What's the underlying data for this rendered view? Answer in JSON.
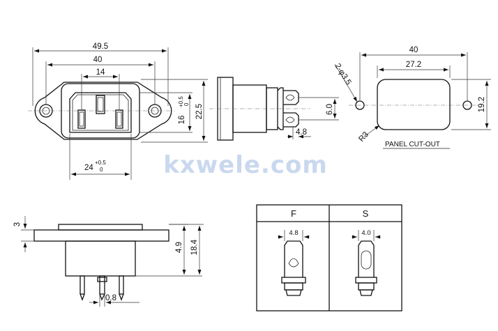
{
  "watermark": "kxwele.com",
  "front_view": {
    "dim_overall_width": "49.5",
    "dim_hole_pitch": "40",
    "dim_pin_span": "14",
    "dim_height": "22.5",
    "dim_body_height": "16",
    "dim_body_height_tol_upper": "+0.5",
    "dim_body_height_tol_lower": "0",
    "dim_body_width": "24",
    "dim_body_width_tol_upper": "+0.5",
    "dim_body_width_tol_lower": "0"
  },
  "side_view": {
    "dim_terminal_spacing": "6.0",
    "dim_terminal_width": "4.8"
  },
  "panel_cutout": {
    "label": "PANEL CUT-OUT",
    "dim_hole_pitch": "40",
    "dim_cutout_width": "27.2",
    "dim_cutout_height": "19.2",
    "dim_holes": "2-φ3.5",
    "dim_radius": "R3"
  },
  "bottom_view": {
    "dim_flange": "3",
    "dim_body_depth": "4.9",
    "dim_total_depth": "18.4",
    "dim_pin_thickness": "0.8"
  },
  "terminal_table": {
    "col_f_header": "F",
    "col_s_header": "S",
    "dim_f_width": "4.8",
    "dim_s_width": "4.0"
  },
  "colors": {
    "line": "#111111",
    "watermark": "#c9d8ee"
  }
}
